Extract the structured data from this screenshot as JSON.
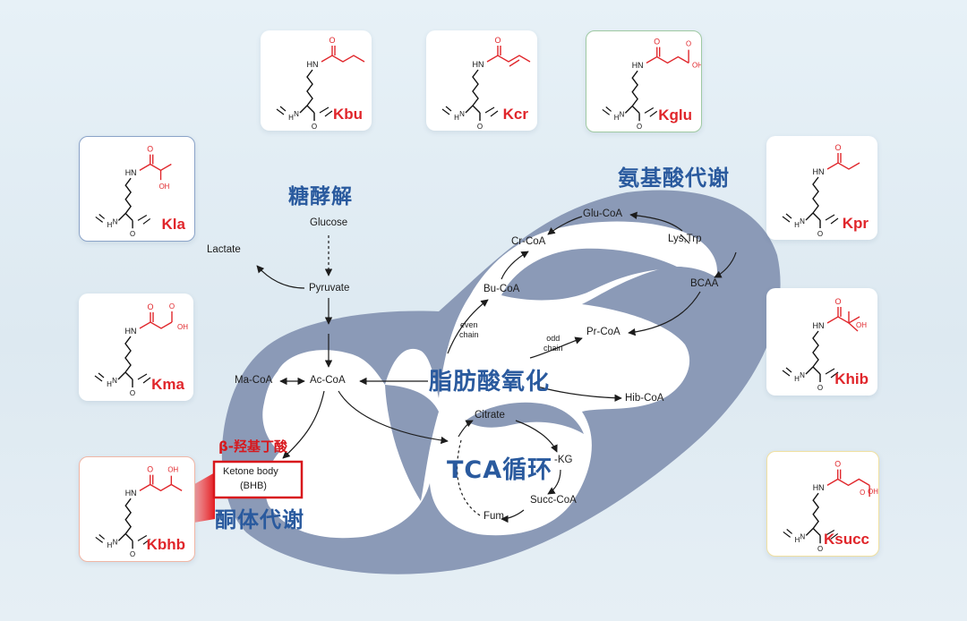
{
  "section_titles": {
    "glycolysis": "糖酵解",
    "amino_acid": "氨基酸代谢",
    "fatty_acid": "脂肪酸氧化",
    "tca": "TCA循环",
    "ketone": "酮体代谢",
    "bhb_cn": "β-羟基丁酸"
  },
  "metabolites": {
    "glucose": "Glucose",
    "lactate": "Lactate",
    "pyruvate": "Pyruvate",
    "ma_coa": "Ma-CoA",
    "ac_coa": "Ac-CoA",
    "ketone_body": "Ketone body",
    "bhb": "(BHB)",
    "glu_coa": "Glu-CoA",
    "cr_coa": "Cr-CoA",
    "bu_coa": "Bu-CoA",
    "pr_coa": "Pr-CoA",
    "lys_trp": "Lys,Trp",
    "bcaa": "BCAA",
    "hib_coa": "Hib-CoA",
    "citrate": "Citrate",
    "kg": "-KG",
    "succ_coa": "Succ-CoA",
    "fum": "Fum",
    "even_chain_1": "even",
    "even_chain_2": "chain",
    "odd_chain_1": "odd",
    "odd_chain_2": "chain"
  },
  "modifications": [
    {
      "id": "kbu",
      "label": "Kbu"
    },
    {
      "id": "kcr",
      "label": "Kcr"
    },
    {
      "id": "kglu",
      "label": "Kglu"
    },
    {
      "id": "kla",
      "label": "Kla"
    },
    {
      "id": "kpr",
      "label": "Kpr"
    },
    {
      "id": "kma",
      "label": "Kma"
    },
    {
      "id": "khib",
      "label": "Khib"
    },
    {
      "id": "kbhb",
      "label": "Kbhb"
    },
    {
      "id": "ksucc",
      "label": "Ksucc"
    }
  ],
  "structure_atoms": {
    "nh": "NH",
    "hn": "HN",
    "n": "N",
    "h": "H",
    "o": "O",
    "oh": "OH"
  },
  "colors": {
    "mito_outer": "#8b9ab7",
    "mito_inner": "#ffffff",
    "title_blue": "#2a5a9e",
    "mod_red": "#e0262b",
    "highlight_box": "#d8171c"
  }
}
